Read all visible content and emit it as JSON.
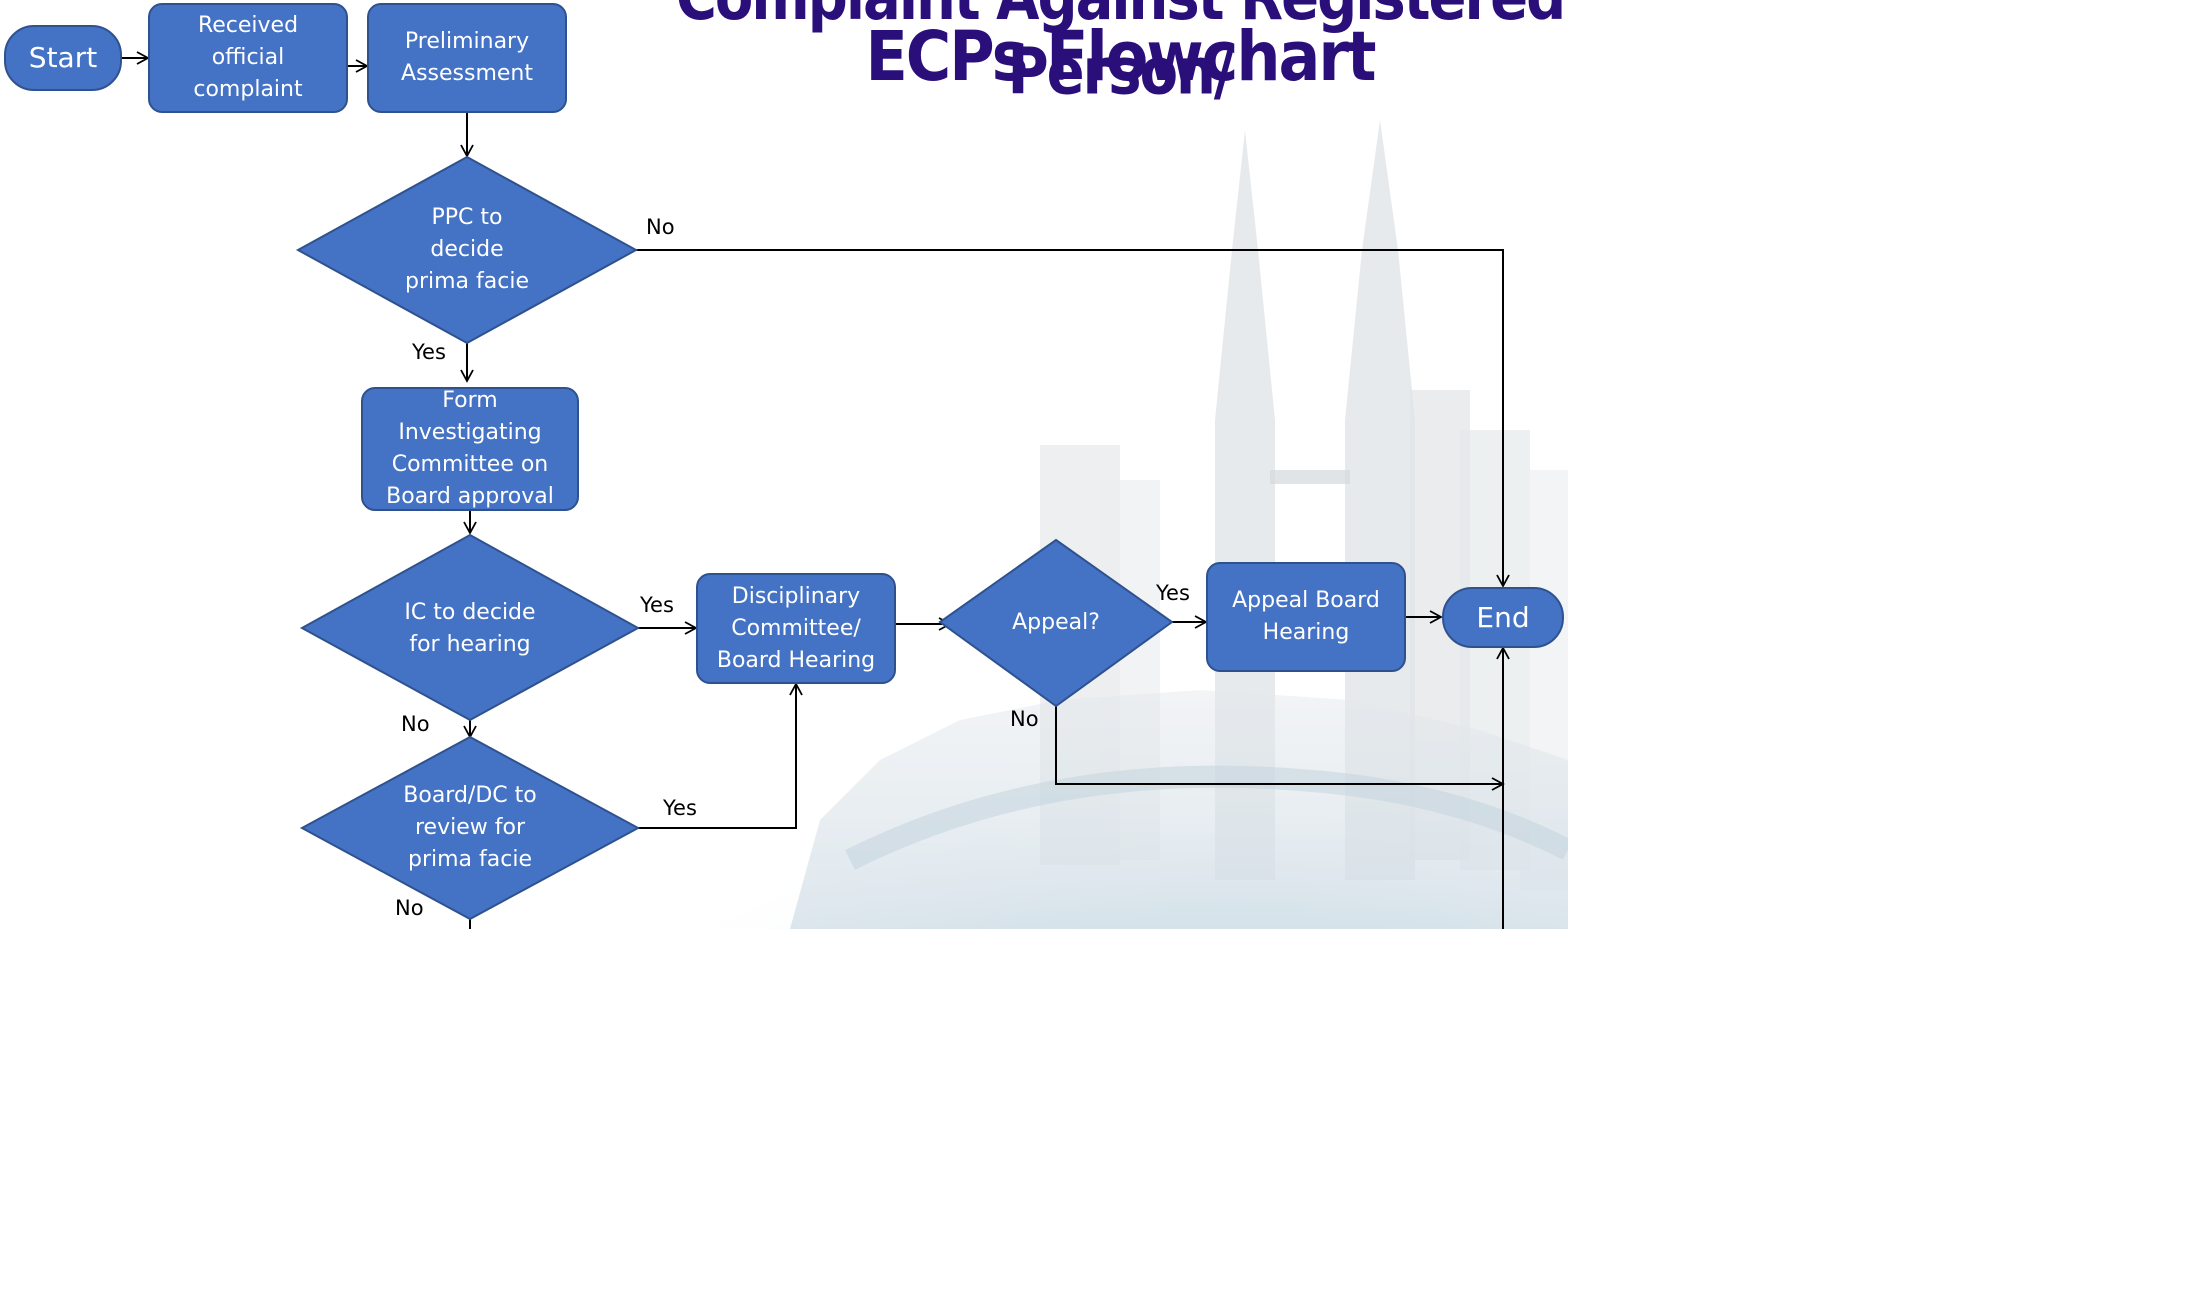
{
  "title": {
    "line1": "Complaint Against Registered Person/",
    "line2": "ECPs Flowchart"
  },
  "colors": {
    "node_fill": "#4472c4",
    "node_border": "#2f528f",
    "title": "#2a0f7a",
    "connector": "#000000"
  },
  "nodes": {
    "start": "Start",
    "received": "Received\nofficial\ncomplaint",
    "preliminary": "Preliminary\nAssessment",
    "ppc_decide": "PPC to\ndecide\nprima facie",
    "form_ic": "Form\nInvestigating\nCommittee on\nBoard approval",
    "ic_decide": "IC to decide\nfor hearing",
    "board_review": "Board/DC to\nreview for\nprima facie",
    "dc_hearing": "Disciplinary\nCommittee/\nBoard Hearing",
    "appeal": "Appeal?",
    "appeal_hearing": "Appeal Board\nHearing",
    "end": "End"
  },
  "edge_labels": {
    "ppc_no": "No",
    "ppc_yes": "Yes",
    "ic_yes": "Yes",
    "ic_no": "No",
    "board_yes": "Yes",
    "board_no": "No",
    "appeal_yes": "Yes",
    "appeal_no": "No"
  }
}
